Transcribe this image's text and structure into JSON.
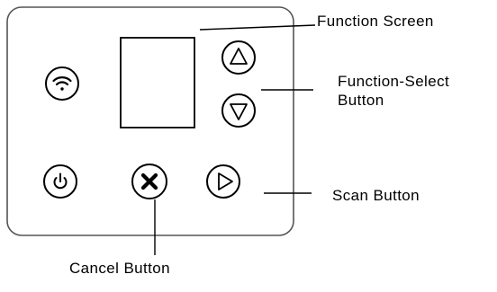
{
  "callouts": {
    "function_screen": "Function Screen",
    "function_select_line1": "Function-Select",
    "function_select_line2": "Button",
    "scan_button": "Scan Button",
    "cancel_button": "Cancel Button"
  },
  "colors": {
    "stroke": "#000000",
    "panel_border": "#555555",
    "background": "#ffffff"
  },
  "icons": {
    "wifi": "wifi-icon",
    "power": "power-icon",
    "cancel": "x-icon",
    "up": "triangle-up-icon",
    "down": "triangle-down-icon",
    "scan": "triangle-right-icon"
  }
}
